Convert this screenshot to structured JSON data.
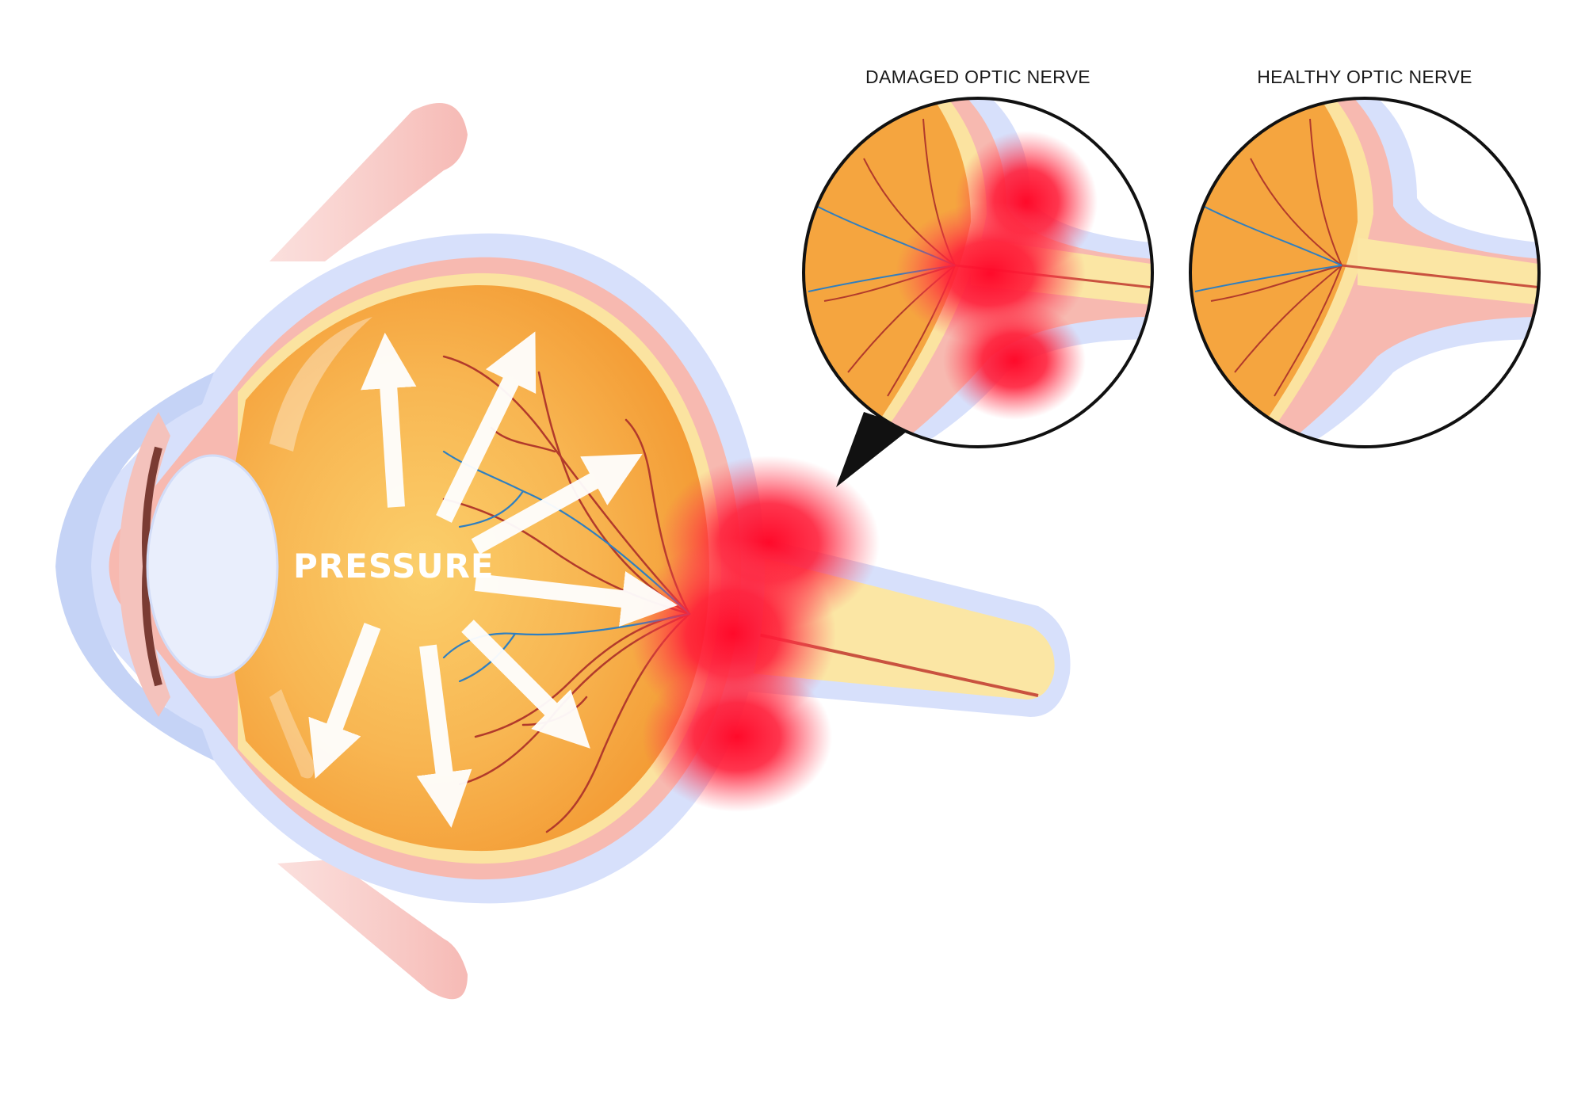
{
  "labels": {
    "pressure": "PRESSURE",
    "damaged": "DAMAGED OPTIC NERVE",
    "healthy": "HEALTHY OPTIC NERVE"
  },
  "colors": {
    "sclera_outer": "#d7e0fb",
    "choroid": "#f7b9b0",
    "retina": "#fbe3a0",
    "vitreous": "#f5a53f",
    "vitreous_center": "#fbcf6b",
    "lens": "#e9eefc",
    "vessel_artery": "#b23a2b",
    "vessel_vein": "#2f7fc0",
    "nerve": "#fbe6a4",
    "damage_glow": "#ff1f3a",
    "muscle": "#f7c1bc",
    "arrow": "#ffffff",
    "outline": "#111111"
  }
}
